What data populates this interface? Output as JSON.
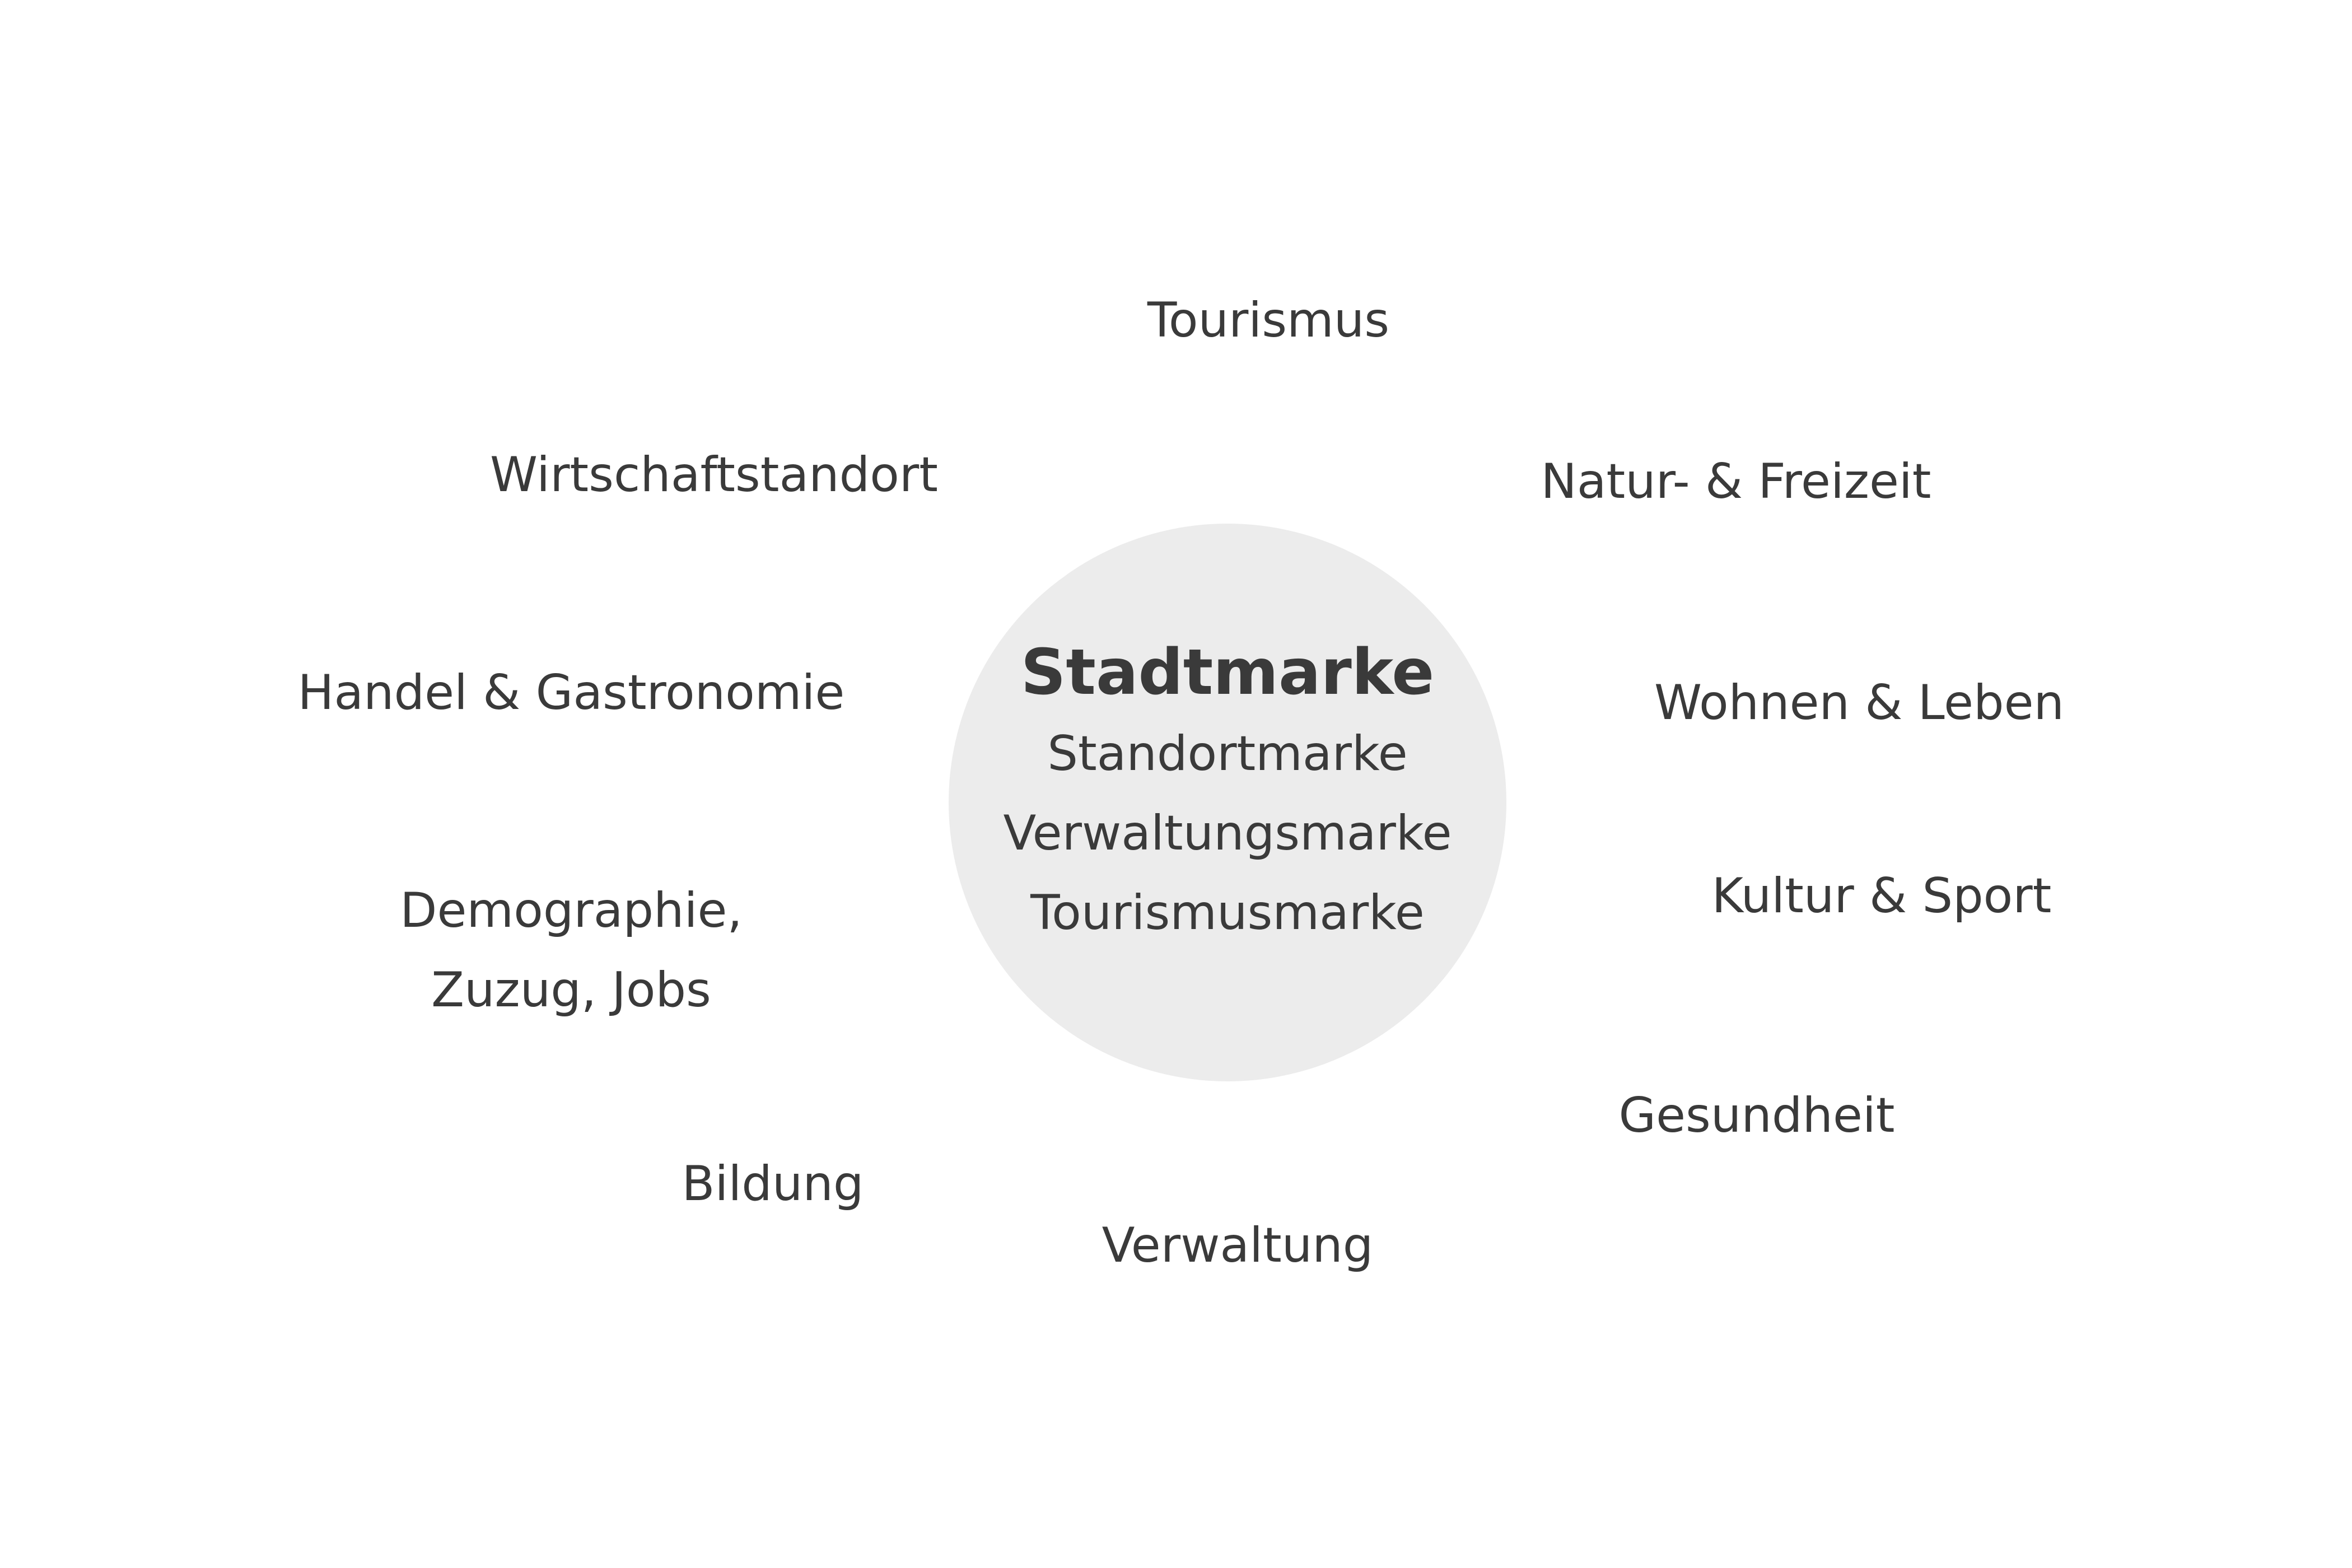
{
  "center": {
    "title": "Stadtmarke",
    "lines": [
      "Standortmarke",
      "Verwaltungsmarke",
      "Tourismusmarke"
    ]
  },
  "topics": {
    "tourismus": "Tourismus",
    "natur_freizeit": "Natur- & Freizeit",
    "wirtschaftstandort": "Wirtschaftstandort",
    "handel_gastronomie": "Handel & Gastronomie",
    "wohnen_leben": "Wohnen & Leben",
    "demographie_line1": "Demographie,",
    "demographie_line2": "Zuzug, Jobs",
    "kultur_sport": "Kultur & Sport",
    "gesundheit": "Gesundheit",
    "bildung": "Bildung",
    "verwaltung": "Verwaltung"
  },
  "colors": {
    "text": "#3a3a3a",
    "circle": "#ececec",
    "background": "#ffffff"
  }
}
